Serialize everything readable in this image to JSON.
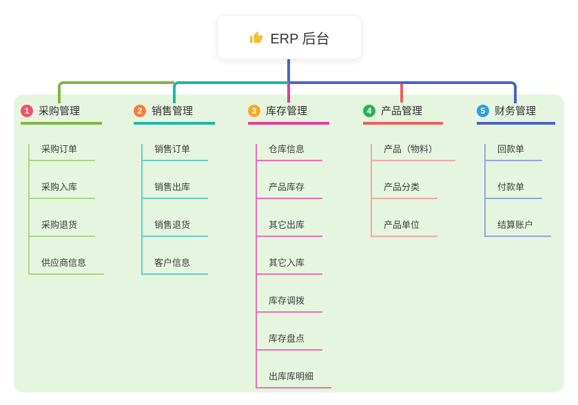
{
  "root_node": {
    "icon": "thumbs-up",
    "label": "ERP 后台"
  },
  "branches": [
    {
      "badge": "1",
      "label": "采购管理",
      "badge_color": "#f1506a",
      "line_color": "#7db842",
      "child_line_color": "#aad688",
      "children": [
        "采购订单",
        "采购入库",
        "采购退货",
        "供应商信息"
      ]
    },
    {
      "badge": "2",
      "label": "销售管理",
      "badge_color": "#f87d3e",
      "line_color": "#1eb8a8",
      "child_line_color": "#63cdc2",
      "children": [
        "销售订单",
        "销售出库",
        "销售退货",
        "客户信息"
      ]
    },
    {
      "badge": "3",
      "label": "库存管理",
      "badge_color": "#f6a823",
      "line_color": "#e23c99",
      "child_line_color": "#ef6cb1",
      "children": [
        "仓库信息",
        "产品库存",
        "其它出库",
        "其它入库",
        "库存调拨",
        "库存盘点",
        "出库库明细"
      ]
    },
    {
      "badge": "4",
      "label": "产品管理",
      "badge_color": "#2ab254",
      "line_color": "#f15c5c",
      "child_line_color": "#f6a6a2",
      "children": [
        "产品（物料）",
        "产品分类",
        "产品单位"
      ]
    },
    {
      "badge": "5",
      "label": "财务管理",
      "badge_color": "#2d9fe2",
      "line_color": "#4a62cc",
      "child_line_color": "#93a5e2",
      "children": [
        "回款单",
        "付款单",
        "结算账户"
      ]
    }
  ],
  "connector": {
    "root_color": "#4a62cc"
  },
  "colors": {
    "canvas_bg": "#ffffff",
    "panel_bg": "#e6f5e0",
    "root_card_bg": "#ffffff",
    "node_text": "#333333",
    "child_text": "#3c3c3c",
    "thumb_icon": "#f2c038"
  }
}
